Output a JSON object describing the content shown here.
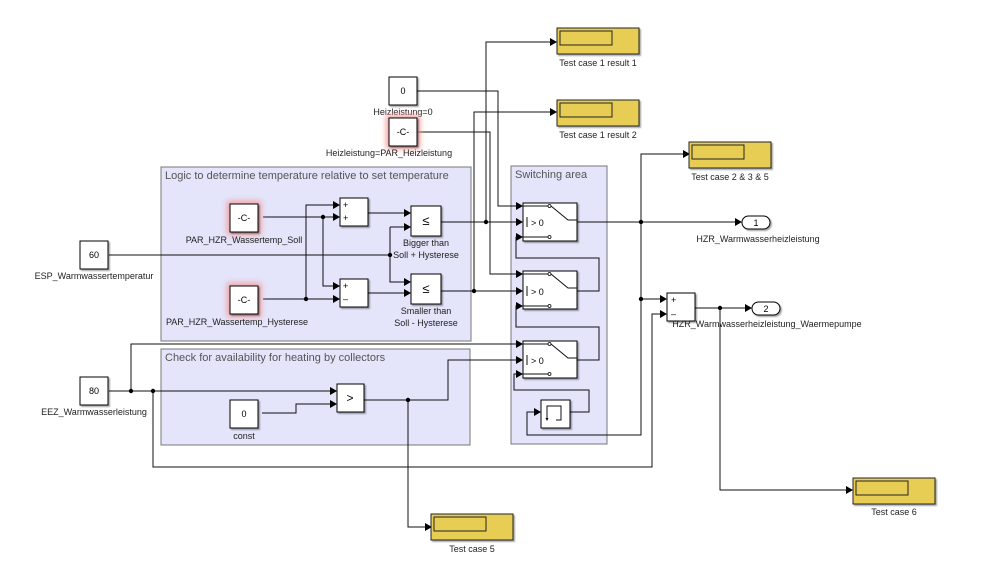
{
  "areas": {
    "logic": "Logic to determine temperature relative to set temperature",
    "switching": "Switching area",
    "check": "Check for availability for heating by collectors"
  },
  "blocks": {
    "heizleistung_zero": {
      "value": "0",
      "label": "Heizleistung=0"
    },
    "heizleistung_par": {
      "value": "-C-",
      "label": "Heizleistung=PAR_Heizleistung"
    },
    "soll": {
      "value": "-C-",
      "label": "PAR_HZR_Wassertemp_Soll"
    },
    "hysterese": {
      "value": "-C-",
      "label": "PAR_HZR_Wassertemp_Hysterese"
    },
    "esp": {
      "value": "60",
      "label": "ESP_Warmwassertemperatur"
    },
    "eez": {
      "value": "80",
      "label": "EEZ_Warmwasserleistung"
    },
    "const": {
      "value": "0",
      "label": "const"
    },
    "sum_plus": {
      "sign1": "+",
      "sign2": "+"
    },
    "sum_minus": {
      "sign1": "+",
      "sign2": "–"
    },
    "rel_bigger": {
      "op": "≤",
      "label1": "Bigger than",
      "label2": "Soll + Hysterese"
    },
    "rel_smaller": {
      "op": "≤",
      "label1": "Smaller than",
      "label2": "Soll - Hysterese"
    },
    "rel_gt": {
      "op": ">"
    },
    "switch_threshold": "> 0",
    "sum_out": {
      "sign1": "+",
      "sign2": "–"
    },
    "out1": {
      "port": "1",
      "label": "HZR_Warmwasserheizleistung"
    },
    "out2": {
      "port": "2",
      "label": "HZR_Warmwasserheizleistung_Waermepumpe"
    }
  },
  "scopes": [
    {
      "label": "Test case 1 result 1"
    },
    {
      "label": "Test case  1 result 2"
    },
    {
      "label": "Test case  2 & 3 & 5"
    },
    {
      "label": "Test case  5"
    },
    {
      "label": "Test case  6"
    }
  ]
}
